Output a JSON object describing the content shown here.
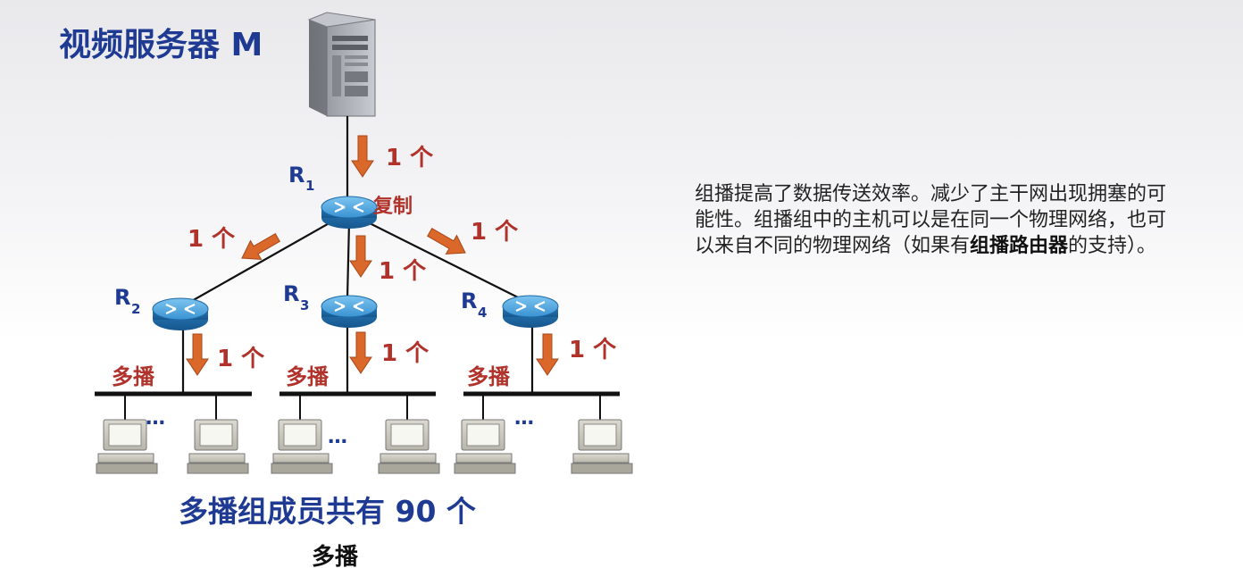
{
  "title": "视频服务器 M",
  "routers": {
    "r1": {
      "letter": "R",
      "sub": "1"
    },
    "r2": {
      "letter": "R",
      "sub": "2"
    },
    "r3": {
      "letter": "R",
      "sub": "3"
    },
    "r4": {
      "letter": "R",
      "sub": "4"
    }
  },
  "copy_label": "复制",
  "count_label": "1 个",
  "multicast_label": "多播",
  "ellipsis": "…",
  "members_text": "多播组成员共有 90 个",
  "caption": "多播",
  "description": {
    "part1": "组播提高了数据传送效率。减少了主干网出现拥塞的可能性。组播组中的主机可以是在同一个物理网络，也可以来自不同的物理网络（如果有",
    "bold": "组播路由器",
    "part2": "的支持）。"
  },
  "colors": {
    "title_blue": "#1f3a93",
    "label_red": "#b0322a",
    "arrow_orange": "#d9682a",
    "router_blue": "#2f86c8"
  }
}
